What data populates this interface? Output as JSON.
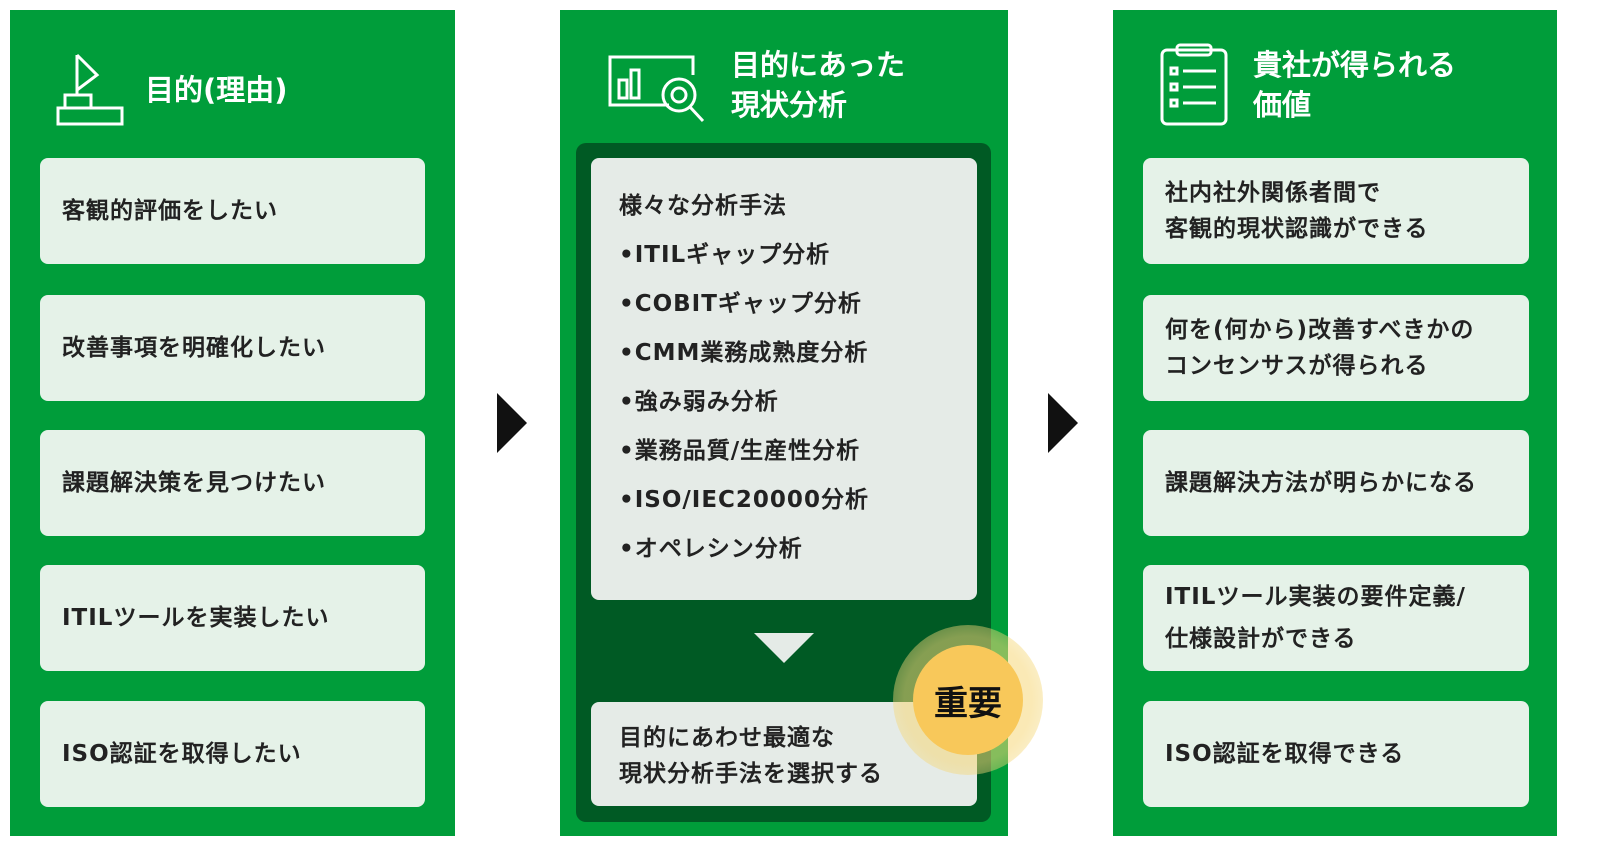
{
  "columns": [
    {
      "title": "目的(理由)",
      "icon": "flag-icon",
      "items": [
        "客観的評価をしたい",
        "改善事項を明確化したい",
        "課題解決策を見つけたい",
        "ITILツールを実装したい",
        "ISO認証を取得したい"
      ]
    },
    {
      "title_line1": "目的にあった",
      "title_line2": "現状分析",
      "icon": "chart-search-icon",
      "methods_heading": "様々な分析手法",
      "methods": [
        "•ITILギャップ分析",
        "•COBITギャップ分析",
        "•CMM業務成熟度分析",
        "•強み弱み分析",
        "•業務品質/生産性分析",
        "•ISO/IEC20000分析",
        "•オペレシン分析"
      ],
      "result_line1": "目的にあわせ最適な",
      "result_line2": "現状分析手法を選択する",
      "badge": "重要"
    },
    {
      "title_line1": "貴社が得られる",
      "title_line2": "価値",
      "icon": "clipboard-checklist-icon",
      "items": [
        [
          "社内社外関係者間で",
          "客観的現状認識ができる"
        ],
        [
          "何を(何から)改善すべきかの",
          "コンセンサスが得られる"
        ],
        [
          "課題解決方法が明らかになる"
        ],
        [
          "ITILツール実装の要件定義/",
          "仕様設計ができる"
        ],
        [
          "ISO認証を取得できる"
        ]
      ]
    }
  ],
  "colors": {
    "panel": "#009d3a",
    "dark": "#005a24",
    "card": "#e5f2e8",
    "badge": "#f8c85a"
  }
}
